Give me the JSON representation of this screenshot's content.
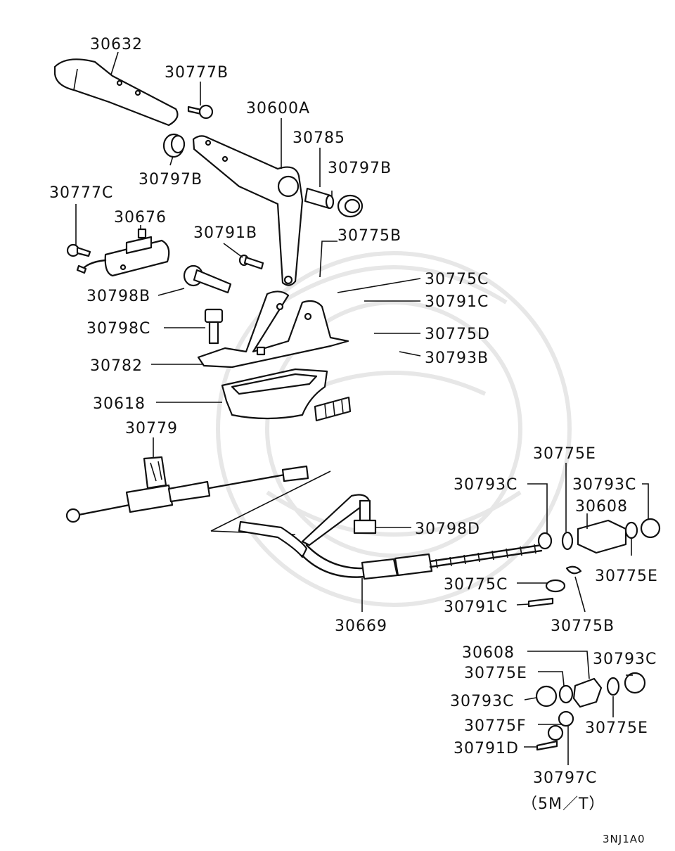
{
  "diagram": {
    "labels": [
      {
        "key": "p30632",
        "text": "30632"
      },
      {
        "key": "p30777B",
        "text": "30777B"
      },
      {
        "key": "p30600A",
        "text": "30600A"
      },
      {
        "key": "p30785",
        "text": "30785"
      },
      {
        "key": "p30797B_a",
        "text": "30797B"
      },
      {
        "key": "p30797B_b",
        "text": "30797B"
      },
      {
        "key": "p30777C",
        "text": "30777C"
      },
      {
        "key": "p30676",
        "text": "30676"
      },
      {
        "key": "p30791B",
        "text": "30791B"
      },
      {
        "key": "p30775B_a",
        "text": "30775B"
      },
      {
        "key": "p30798B",
        "text": "30798B"
      },
      {
        "key": "p30775C_a",
        "text": "30775C"
      },
      {
        "key": "p30791C_a",
        "text": "30791C"
      },
      {
        "key": "p30798C",
        "text": "30798C"
      },
      {
        "key": "p30775D",
        "text": "30775D"
      },
      {
        "key": "p30782",
        "text": "30782"
      },
      {
        "key": "p30793B",
        "text": "30793B"
      },
      {
        "key": "p30618",
        "text": "30618"
      },
      {
        "key": "p30779",
        "text": "30779"
      },
      {
        "key": "p30775E_a",
        "text": "30775E"
      },
      {
        "key": "p30793C_a",
        "text": "30793C"
      },
      {
        "key": "p30793C_b",
        "text": "30793C"
      },
      {
        "key": "p30608_a",
        "text": "30608"
      },
      {
        "key": "p30798D",
        "text": "30798D"
      },
      {
        "key": "p30775E_b",
        "text": "30775E"
      },
      {
        "key": "p30775C_b",
        "text": "30775C"
      },
      {
        "key": "p30791C_b",
        "text": "30791C"
      },
      {
        "key": "p30775B_b",
        "text": "30775B"
      },
      {
        "key": "p30669",
        "text": "30669"
      },
      {
        "key": "p30608_b",
        "text": "30608"
      },
      {
        "key": "p30793C_c",
        "text": "30793C"
      },
      {
        "key": "p30775E_c",
        "text": "30775E"
      },
      {
        "key": "p30793C_d",
        "text": "30793C"
      },
      {
        "key": "p30775F",
        "text": "30775F"
      },
      {
        "key": "p30775E_d",
        "text": "30775E"
      },
      {
        "key": "p30791D",
        "text": "30791D"
      },
      {
        "key": "p30797C",
        "text": "30797C"
      }
    ],
    "variant_note": "（5M／T）",
    "figure_code": "3NJ1A0"
  }
}
